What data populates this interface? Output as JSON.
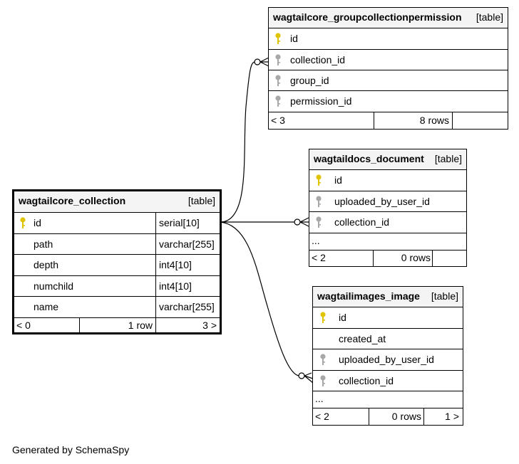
{
  "footer": "Generated by SchemaSpy",
  "colors": {
    "pk_key": "#e0c400",
    "fk_key": "#a8a8a8",
    "header_bg": "#f4f4f4"
  },
  "tables": {
    "collection": {
      "name": "wagtailcore_collection",
      "type": "[table]",
      "columns": [
        {
          "name": "id",
          "datatype": "serial[10]",
          "key": "primary"
        },
        {
          "name": "path",
          "datatype": "varchar[255]",
          "key": "none"
        },
        {
          "name": "depth",
          "datatype": "int4[10]",
          "key": "none"
        },
        {
          "name": "numchild",
          "datatype": "int4[10]",
          "key": "none"
        },
        {
          "name": "name",
          "datatype": "varchar[255]",
          "key": "none"
        }
      ],
      "footer": {
        "parents": "< 0",
        "rows": "1 row",
        "children": "3 >"
      }
    },
    "groupcollectionpermission": {
      "name": "wagtailcore_groupcollectionpermission",
      "type": "[table]",
      "columns": [
        {
          "name": "id",
          "key": "primary"
        },
        {
          "name": "collection_id",
          "key": "foreign"
        },
        {
          "name": "group_id",
          "key": "foreign"
        },
        {
          "name": "permission_id",
          "key": "foreign"
        }
      ],
      "footer": {
        "parents": "< 3",
        "rows": "8 rows",
        "children": ""
      }
    },
    "document": {
      "name": "wagtaildocs_document",
      "type": "[table]",
      "columns": [
        {
          "name": "id",
          "key": "primary"
        },
        {
          "name": "uploaded_by_user_id",
          "key": "foreign"
        },
        {
          "name": "collection_id",
          "key": "foreign"
        }
      ],
      "more": "...",
      "footer": {
        "parents": "< 2",
        "rows": "0 rows",
        "children": ""
      }
    },
    "image": {
      "name": "wagtailimages_image",
      "type": "[table]",
      "columns": [
        {
          "name": "id",
          "key": "primary"
        },
        {
          "name": "created_at",
          "key": "none"
        },
        {
          "name": "uploaded_by_user_id",
          "key": "foreign"
        },
        {
          "name": "collection_id",
          "key": "foreign"
        }
      ],
      "more": "...",
      "footer": {
        "parents": "< 2",
        "rows": "0 rows",
        "children": "1 >"
      }
    }
  }
}
